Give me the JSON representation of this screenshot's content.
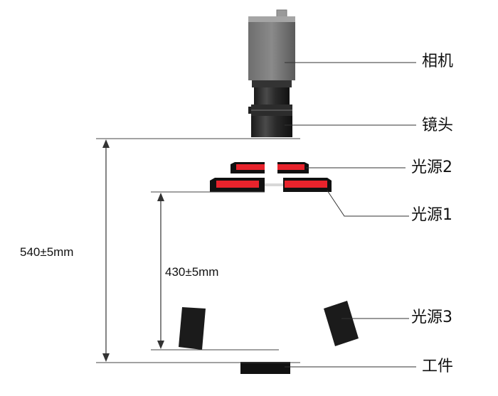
{
  "labels": {
    "camera": "相机",
    "lens": "镜头",
    "light_source_2": "光源2",
    "light_source_1": "光源1",
    "light_source_3": "光源3",
    "workpiece": "工件"
  },
  "dimensions": {
    "camera_to_workpiece": "540±5mm",
    "light1_to_workpiece": "430±5mm"
  }
}
